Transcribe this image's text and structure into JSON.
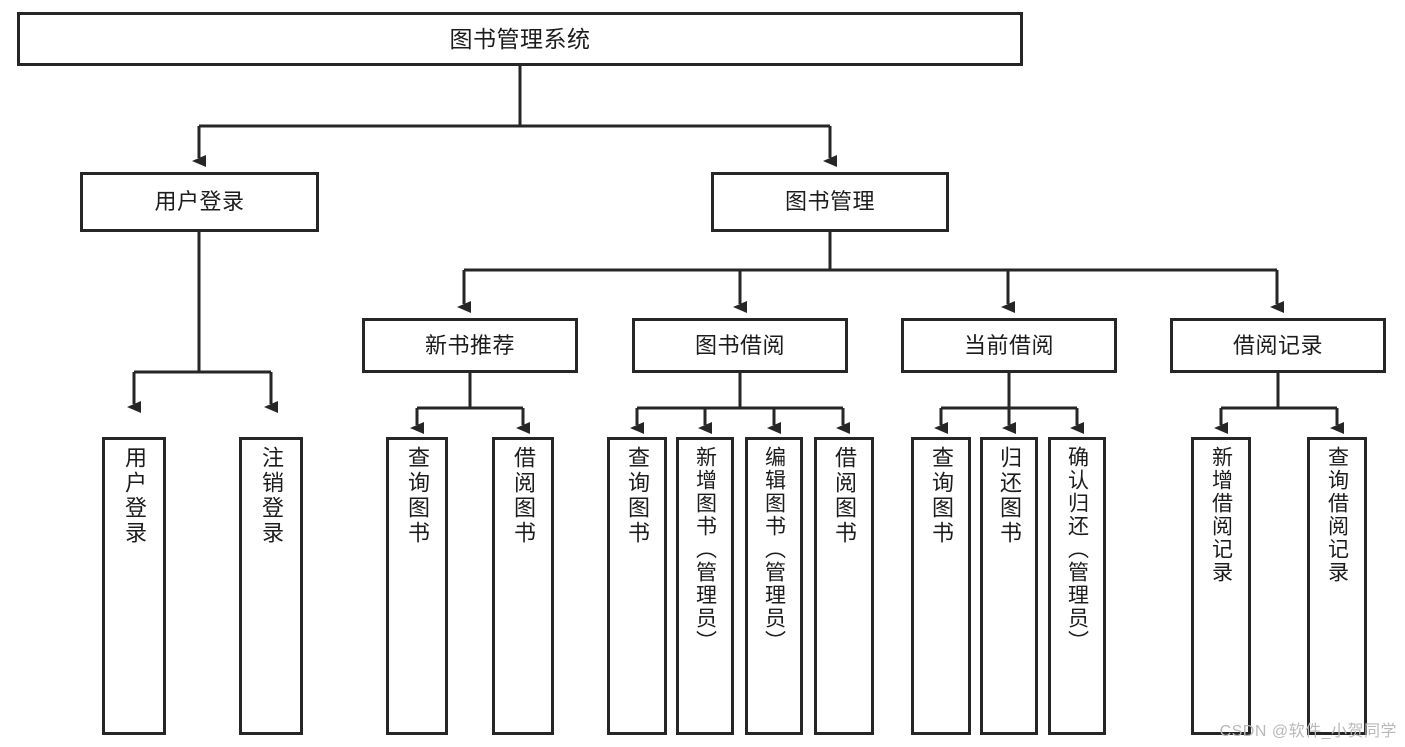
{
  "diagram": {
    "title": "图书管理系统",
    "type": "tree-hierarchy-diagram",
    "colors": {
      "border": "#262626",
      "background": "#ffffff",
      "text": "#1c1c1c",
      "watermark": "#b9b9b9"
    },
    "root": {
      "label": "图书管理系统"
    },
    "level2": [
      {
        "label": "用户登录"
      },
      {
        "label": "图书管理"
      }
    ],
    "level3": [
      {
        "label": "新书推荐"
      },
      {
        "label": "图书借阅"
      },
      {
        "label": "当前借阅"
      },
      {
        "label": "借阅记录"
      }
    ],
    "leaves": {
      "user_login": [
        {
          "label": "用户登录"
        },
        {
          "label": "注销登录"
        }
      ],
      "new_book_recommend": [
        {
          "label": "查询图书"
        },
        {
          "label": "借阅图书"
        }
      ],
      "book_borrow": [
        {
          "label": "查询图书"
        },
        {
          "label": "新增图书（管理员）"
        },
        {
          "label": "编辑图书（管理员）"
        },
        {
          "label": "借阅图书"
        }
      ],
      "current_borrow": [
        {
          "label": "查询图书"
        },
        {
          "label": "归还图书"
        },
        {
          "label": "确认归还（管理员）"
        }
      ],
      "borrow_record": [
        {
          "label": "新增借阅记录"
        },
        {
          "label": "查询借阅记录"
        }
      ]
    }
  },
  "watermark": {
    "text": "CSDN @软件_小贺同学"
  }
}
